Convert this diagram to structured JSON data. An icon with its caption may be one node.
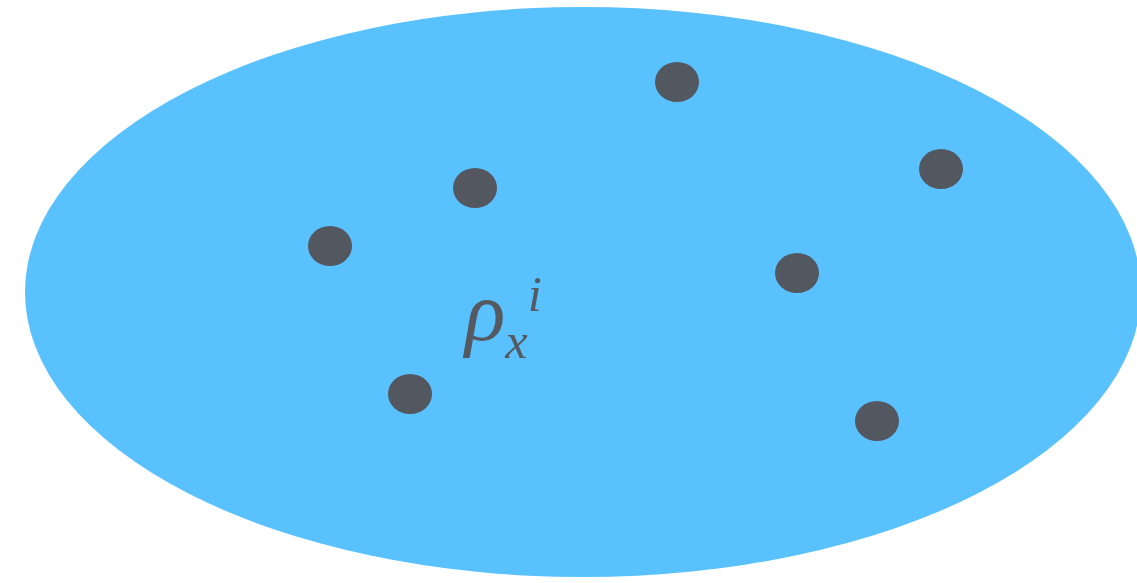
{
  "diagram": {
    "nodes": [
      {
        "text": [
          "ρ$_{x}$$^{i}$"
        ]
      },
      {
        "text": [],
        "shape": "circle",
        "in": 0
      },
      {
        "text": [],
        "shape": "circle",
        "in": 0
      },
      {
        "text": [],
        "shape": "circle",
        "in": 0
      },
      {
        "text": [],
        "shape": "circle",
        "in": 0
      },
      {
        "text": [],
        "shape": "circle",
        "in": 0
      },
      {
        "text": [],
        "shape": "circle",
        "in": 0
      },
      {
        "text": [],
        "shape": "circle",
        "in": 0
      }
    ],
    "edges": []
  }
}
